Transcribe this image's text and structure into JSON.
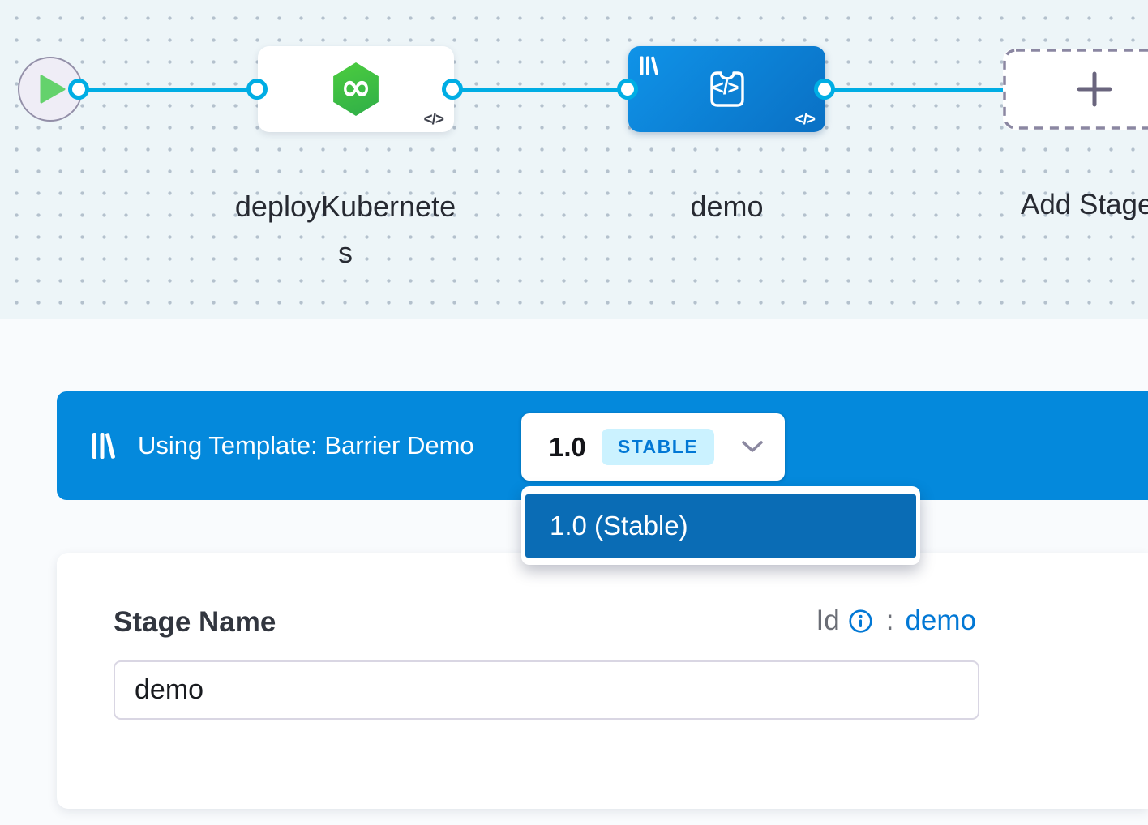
{
  "canvas": {
    "start_node": {
      "icon": "play"
    },
    "stages": [
      {
        "name": "deployKubernetes",
        "icon": "deployment-hexagon",
        "corner_icon": "code"
      },
      {
        "name": "demo",
        "icon": "custom-stage-code",
        "template_icon": "template-library",
        "corner_icon": "code"
      }
    ],
    "add_stage": {
      "label": "Add Stage",
      "icon": "plus"
    }
  },
  "icons": {
    "code": "</>",
    "infinity": "∞"
  },
  "template_banner": {
    "icon": "template-library",
    "label": "Using Template: Barrier Demo",
    "version_selector": {
      "version": "1.0",
      "badge": "STABLE",
      "icon": "chevron-down"
    }
  },
  "version_menu": {
    "items": [
      {
        "label": "1.0 (Stable)",
        "selected": true
      }
    ]
  },
  "stage_form": {
    "name_label": "Stage Name",
    "id_label": "Id",
    "id_separator": ":",
    "id_value": "demo",
    "name_value": "demo"
  },
  "colors": {
    "banner_blue": "#0489dc",
    "menu_item_blue": "#0a6cb5",
    "edge_blue": "#00ade4",
    "node_gradient_blue": "#0f93e8",
    "badge_bg": "#cbf2ff",
    "badge_text": "#0278d5",
    "link_blue": "#0278d5",
    "node_green": "#3fc13c",
    "canvas_bg": "#edf5f8"
  }
}
